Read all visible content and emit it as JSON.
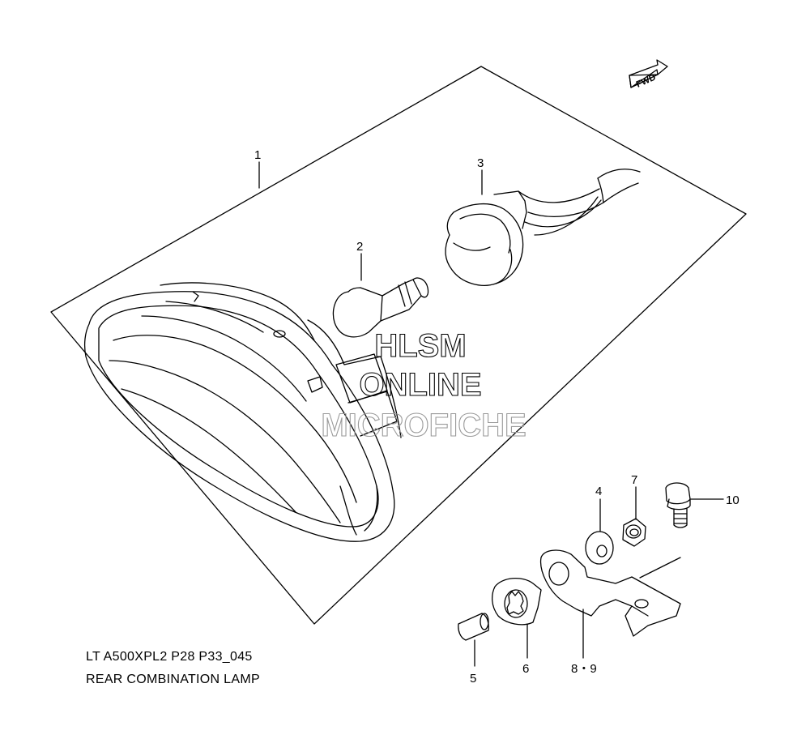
{
  "diagram": {
    "direction_marker": "FWD",
    "caption_code": "LT A500XPL2 P28 P33_045",
    "caption_title": "REAR COMBINATION LAMP",
    "callouts": [
      "1",
      "2",
      "3",
      "4",
      "5",
      "6",
      "7",
      "8・9",
      "10"
    ],
    "watermark": {
      "line1": "HLSM",
      "line2": "ONLINE",
      "line3": "MICROFICHE"
    }
  }
}
